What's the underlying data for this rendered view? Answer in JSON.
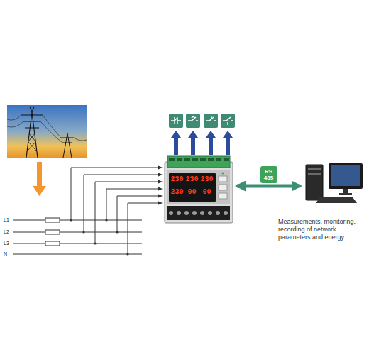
{
  "diagram": {
    "nodes": [
      {
        "text": [
          "230",
          "230",
          "230",
          "230",
          "00",
          "00"
        ]
      },
      {
        "text": [
          "Measurements, monitoring, recording of network parameters and energy."
        ]
      }
    ],
    "edges": [
      {
        "from": 0,
        "to": 1,
        "arrow": "both",
        "label": "RS 485"
      }
    ],
    "labels": [
      "L1",
      "L2",
      "L3",
      "N"
    ]
  }
}
